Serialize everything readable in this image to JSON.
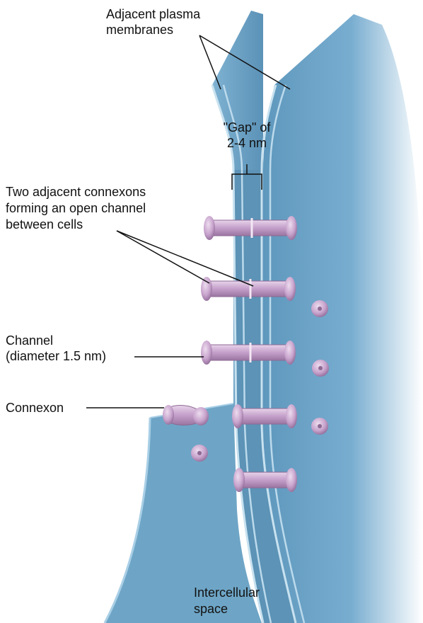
{
  "labels": {
    "membranes_1": "Adjacent plasma",
    "membranes_2": "membranes",
    "gap_1": "\"Gap\" of",
    "gap_2": "2-4 nm",
    "connexons_1": "Two adjacent connexons",
    "connexons_2": "forming an open channel",
    "connexons_3": "between cells",
    "channel_1": "Channel",
    "channel_2": "(diameter 1.5 nm)",
    "connexon": "Connexon",
    "space_1": "Intercellular",
    "space_2": "space"
  },
  "colors": {
    "membrane": "#6fa6c8",
    "membrane_dark": "#4f89ae",
    "membrane_light": "#b5d6ea",
    "gap": "#5d95b9",
    "connexon": "#c8a6cc",
    "connexon_dark": "#8d6a94",
    "line": "#111111"
  }
}
